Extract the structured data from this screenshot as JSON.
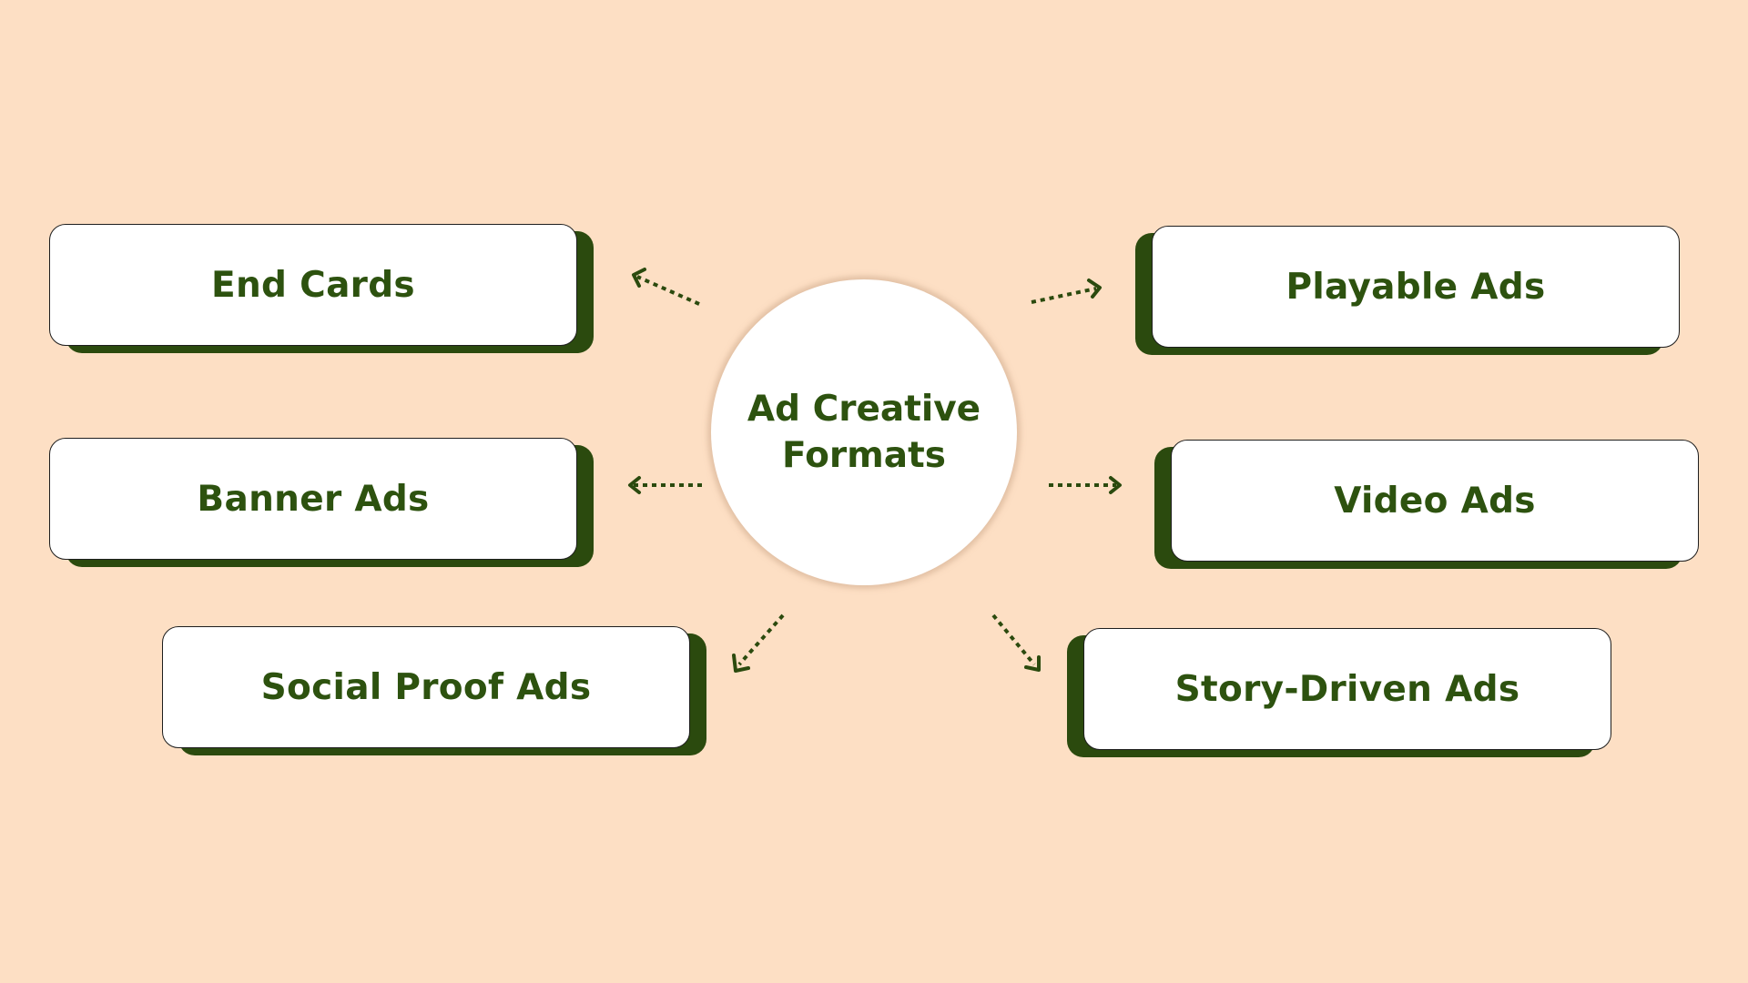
{
  "diagram": {
    "center": {
      "line1": "Ad Creative",
      "line2": "Formats"
    },
    "nodes": {
      "end_cards": "End Cards",
      "banner_ads": "Banner Ads",
      "social_proof_ads": "Social Proof Ads",
      "playable_ads": "Playable Ads",
      "video_ads": "Video Ads",
      "story_driven_ads": "Story-Driven Ads"
    }
  },
  "colors": {
    "background": "#FDDFC4",
    "accent_green": "#2D520F",
    "card_shadow": "#2B4A0E",
    "card_fill": "#FFFFFF"
  }
}
